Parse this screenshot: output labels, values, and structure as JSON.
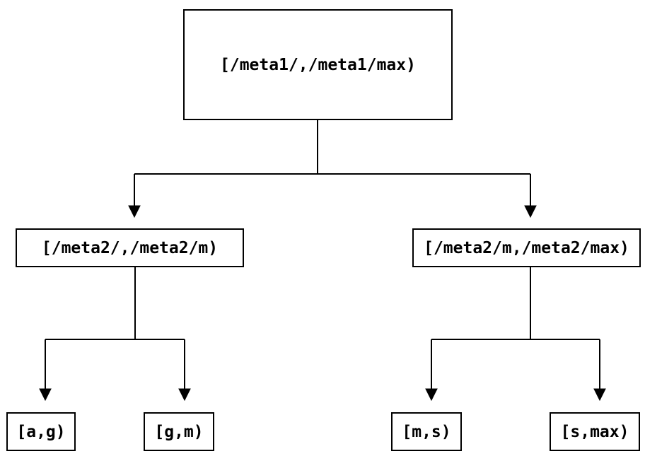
{
  "diagram": {
    "type": "tree",
    "description": "Two-level interval partition tree",
    "nodes": {
      "root": {
        "id": "root",
        "label": "[/meta1/,/meta1/max)"
      },
      "left": {
        "id": "left",
        "label": "[/meta2/,/meta2/m)"
      },
      "right": {
        "id": "right",
        "label": "[/meta2/m,/meta2/max)"
      },
      "leaf_ag": {
        "id": "leaf_ag",
        "label": "[a,g)"
      },
      "leaf_gm": {
        "id": "leaf_gm",
        "label": "[g,m)"
      },
      "leaf_ms": {
        "id": "leaf_ms",
        "label": "[m,s)"
      },
      "leaf_smax": {
        "id": "leaf_smax",
        "label": "[s,max)"
      }
    },
    "edges": [
      {
        "from": "root",
        "to": "left"
      },
      {
        "from": "root",
        "to": "right"
      },
      {
        "from": "left",
        "to": "leaf_ag"
      },
      {
        "from": "left",
        "to": "leaf_gm"
      },
      {
        "from": "right",
        "to": "leaf_ms"
      },
      {
        "from": "right",
        "to": "leaf_smax"
      }
    ],
    "colors": {
      "line": "#000000",
      "text": "#000000",
      "node_fill": "#ffffff",
      "background": "#ffffff"
    }
  }
}
